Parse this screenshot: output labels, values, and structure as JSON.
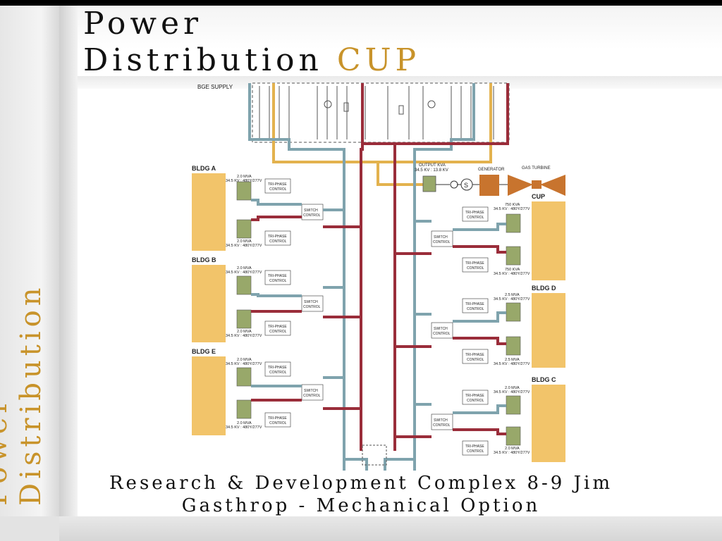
{
  "slide": {
    "title_line1": "Power",
    "title_line2": "Distribution",
    "title_accent": "CUP",
    "side_line1": "Power",
    "side_line2": "Distribution",
    "caption_line1": "Research & Development Complex 8-9 Jim",
    "caption_line2": "Gasthrop - Mechanical Option"
  },
  "diagram": {
    "supply_label": "BGE SUPPLY",
    "output_label": "OUTPUT KVA",
    "output_rating": "34.5 KV : 13.8 KV",
    "generator_label": "GENERATOR",
    "gas_turbine_label": "GAS TURBINE",
    "buildings_left": [
      {
        "name": "BLDG A",
        "upper": {
          "mva": "2.0 MVA",
          "kv": "34.5 KV : 480Y/277V"
        },
        "lower": {
          "mva": "2.0 MVA",
          "kv": "34.5 KV : 480Y/277V"
        }
      },
      {
        "name": "BLDG B",
        "upper": {
          "mva": "2.0 MVA",
          "kv": "34.5 KV : 480Y/277V"
        },
        "lower": {
          "mva": "2.0 MVA",
          "kv": "34.5 KV : 480Y/277V"
        }
      },
      {
        "name": "BLDG E",
        "upper": {
          "mva": "2.0 MVA",
          "kv": "34.5 KV : 480Y/277V"
        },
        "lower": {
          "mva": "2.0 MVA",
          "kv": "34.5 KV : 480Y/277V"
        }
      }
    ],
    "buildings_right": [
      {
        "name": "CUP",
        "upper": {
          "mva": "750 KVA",
          "kv": "34.5 KV : 480Y/277V"
        },
        "lower": {
          "mva": "750 KVA",
          "kv": "34.5 KV : 480Y/277V"
        }
      },
      {
        "name": "BLDG D",
        "upper": {
          "mva": "2.5 MVA",
          "kv": "34.5 KV : 480Y/277V"
        },
        "lower": {
          "mva": "2.5 MVA",
          "kv": "34.5 KV : 480Y/277V"
        }
      },
      {
        "name": "BLDG C",
        "upper": {
          "mva": "2.0 MVA",
          "kv": "34.5 KV : 480Y/277V"
        },
        "lower": {
          "mva": "2.0 MVA",
          "kv": "34.5 KV : 480Y/277V"
        }
      }
    ],
    "tri_phase_label": "TRI-PHASE",
    "control_label": "CONTROL",
    "switch_label": "SWITCH",
    "colors": {
      "blue": "#7fa3ad",
      "red": "#9a2d3a",
      "gold": "#e3b24e",
      "panel": "#f2c46a",
      "transformer": "#98a86a",
      "equipment": "#c8742e"
    }
  }
}
